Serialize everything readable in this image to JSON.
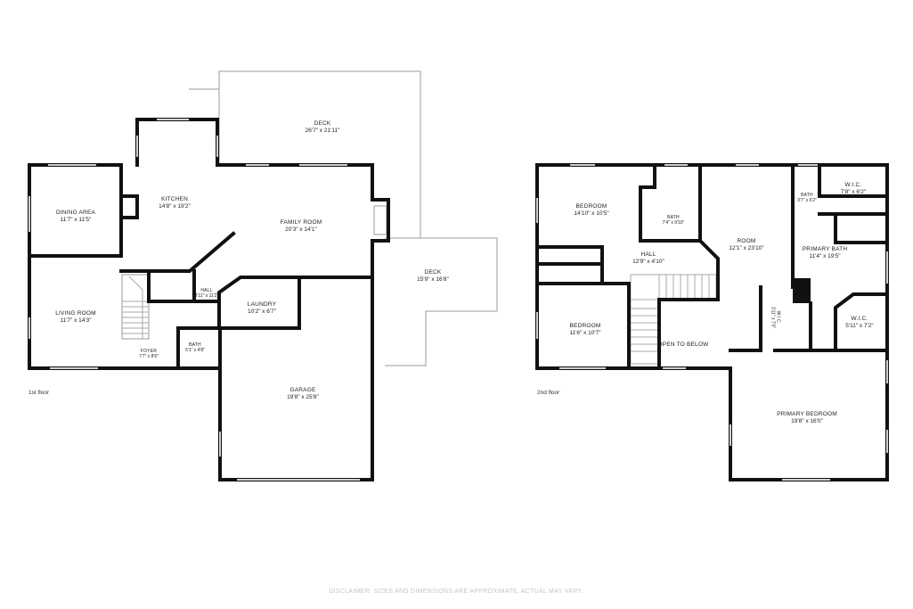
{
  "floors": [
    {
      "id": "first",
      "label": "1st floor"
    },
    {
      "id": "second",
      "label": "2nd floor"
    }
  ],
  "rooms": {
    "deck_top": {
      "name": "DECK",
      "dims": "26'7\" x 21'11\""
    },
    "kitchen": {
      "name": "KITCHEN",
      "dims": "14'8\" x 19'2\""
    },
    "dining_area": {
      "name": "DINING AREA",
      "dims": "11'7\" x 11'5\""
    },
    "family_room": {
      "name": "FAMILY ROOM",
      "dims": "20'3\" x 14'1\""
    },
    "deck_side": {
      "name": "DECK",
      "dims": "15'9\" x 16'8\""
    },
    "hall_1": {
      "name": "HALL",
      "dims": "3'11\" x 11'2\""
    },
    "laundry": {
      "name": "LAUNDRY",
      "dims": "10'2\" x 6'7\""
    },
    "living_room": {
      "name": "LIVING ROOM",
      "dims": "11'7\" x 14'3\""
    },
    "bath_1": {
      "name": "BATH",
      "dims": "5'1\" x 4'8\""
    },
    "foyer": {
      "name": "FOYER",
      "dims": "7'7\" x 8'6\""
    },
    "garage": {
      "name": "GARAGE",
      "dims": "19'8\" x 25'8\""
    },
    "bedroom_a": {
      "name": "BEDROOM",
      "dims": "14'10\" x 10'5\""
    },
    "bath_2": {
      "name": "BATH",
      "dims": "7'4\" x 9'10\""
    },
    "room": {
      "name": "ROOM",
      "dims": "12'1\" x 23'10\""
    },
    "bath_3": {
      "name": "BATH",
      "dims": "3'7\" x 6'2\""
    },
    "wic_a": {
      "name": "W.I.C.",
      "dims": "7'8\" x 6'2\""
    },
    "primary_bath": {
      "name": "PRIMARY BATH",
      "dims": "11'4\" x 19'5\""
    },
    "hall_2": {
      "name": "HALL",
      "dims": "12'9\" x 4'10\""
    },
    "wic_vertical": {
      "name": "W.I.C.",
      "dims": "3'11\" x 7'0\""
    },
    "wic_b": {
      "name": "W.I.C.",
      "dims": "5'11\" x 7'2\""
    },
    "bedroom_b": {
      "name": "BEDROOM",
      "dims": "11'6\" x 10'7\""
    },
    "open_to_below": {
      "name": "OPEN TO BELOW",
      "dims": ""
    },
    "primary_bedroom": {
      "name": "PRIMARY BEDROOM",
      "dims": "19'8\" x 16'0\""
    }
  },
  "disclaimer": "DISCLAIMER: SIZES AND DIMENSIONS ARE APPROXIMATE, ACTUAL MAY VARY.",
  "colors": {
    "wall": "#111111",
    "thin_line": "#9a9a9a",
    "window": "#bdbdbd"
  }
}
